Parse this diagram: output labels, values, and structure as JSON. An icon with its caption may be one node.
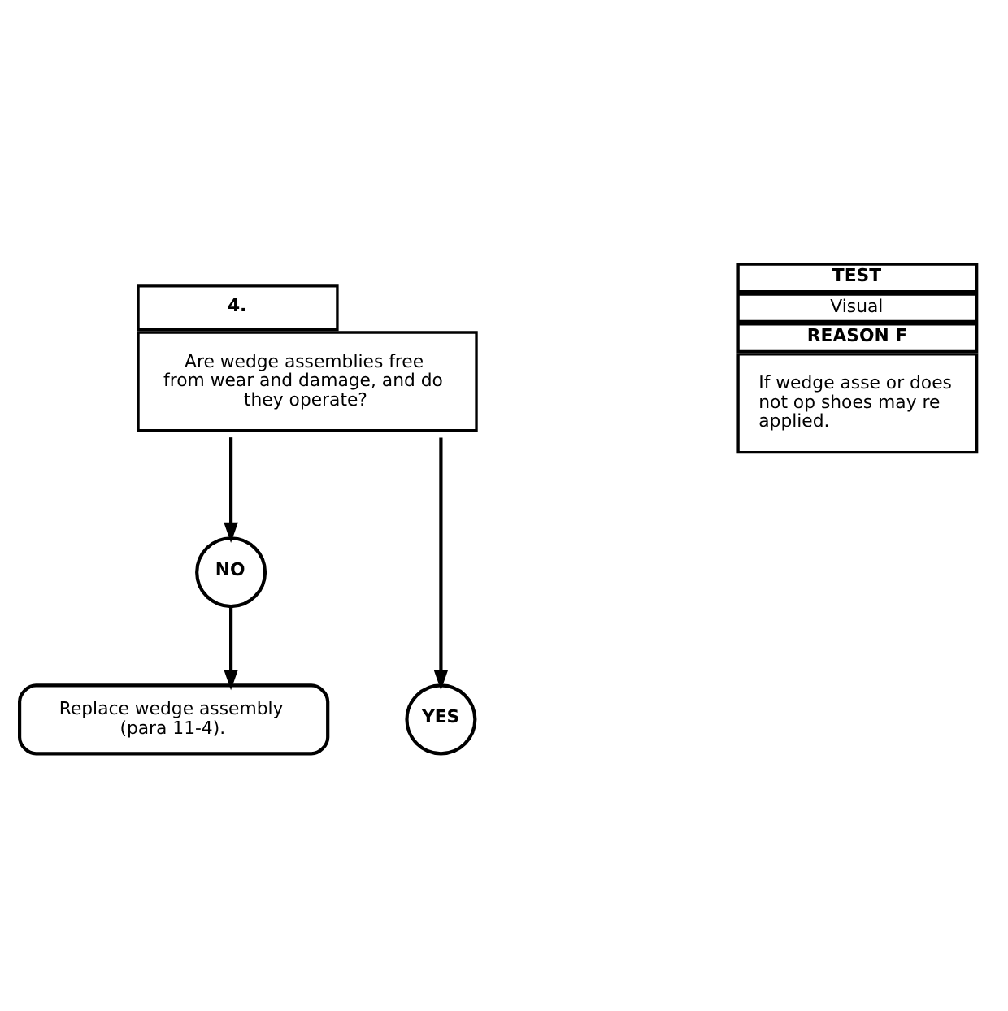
{
  "diagram": {
    "nodes": [
      {
        "text": [
          "4.",
          "Are wedge assemblies free from wear and damage, and do they operate?"
        ]
      },
      {
        "text": [
          "TEST",
          "Visual",
          "REASON F",
          "If wedge asse or does not op shoes may re applied."
        ]
      },
      {
        "text": [
          "NO"
        ]
      },
      {
        "text": [
          "YES"
        ]
      },
      {
        "text": [
          "Replace wedge assembly (para 11-4)."
        ]
      }
    ],
    "edges": [
      {
        "from": 0,
        "to": 3,
        "arrow": "to"
      },
      {
        "from": 0,
        "to": 2,
        "arrow": "to"
      },
      {
        "from": 2,
        "to": 4,
        "arrow": "to"
      }
    ]
  }
}
